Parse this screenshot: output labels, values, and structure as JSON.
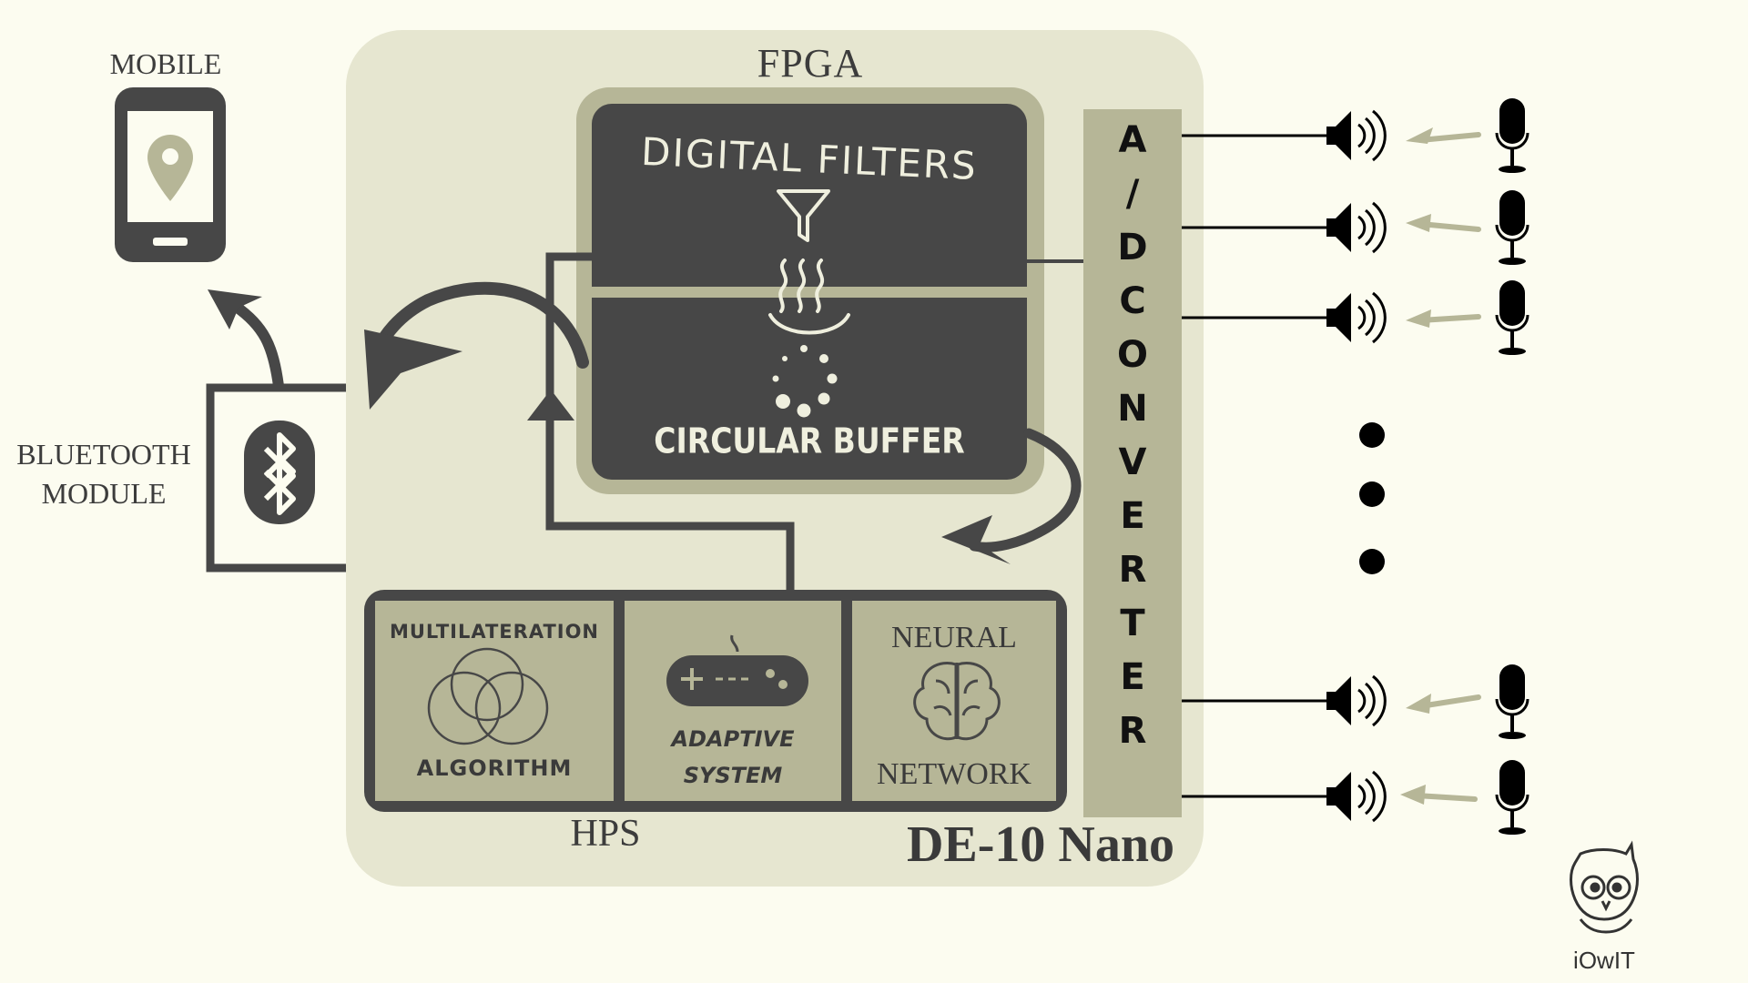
{
  "labels": {
    "mobile": "MOBILE",
    "fpga": "FPGA",
    "bluetooth_line1": "BLUETOOTH",
    "bluetooth_line2": "MODULE",
    "hps": "HPS",
    "board": "DE-10 Nano",
    "brand": "iOwIT"
  },
  "dsp": {
    "filters": "DIGITAL FILTERS",
    "buffer": "CIRCULAR BUFFER"
  },
  "adc": {
    "letters": [
      "A",
      "/",
      "D",
      "C",
      "O",
      "N",
      "V",
      "E",
      "R",
      "T",
      "E",
      "R"
    ]
  },
  "hps_blocks": {
    "multilateration_top": "MULTILATERATION",
    "multilateration_bottom": "ALGORITHM",
    "adaptive_line1": "ADAPTIVE",
    "adaptive_line2": "SYSTEM",
    "neural_top": "NEURAL",
    "neural_bottom": "NETWORK"
  },
  "colors": {
    "background": "#fcfcf0",
    "board": "#e6e6d0",
    "khaki": "#b6b697",
    "dark": "#474747",
    "arrow_light": "#b6b697"
  },
  "icons": [
    "smartphone-icon",
    "location-pin-icon",
    "bluetooth-icon",
    "funnel-icon",
    "steam-icon",
    "loading-dots-icon",
    "venn-icon",
    "gamepad-icon",
    "brain-icon",
    "speaker-icon",
    "microphone-icon",
    "owl-icon"
  ]
}
